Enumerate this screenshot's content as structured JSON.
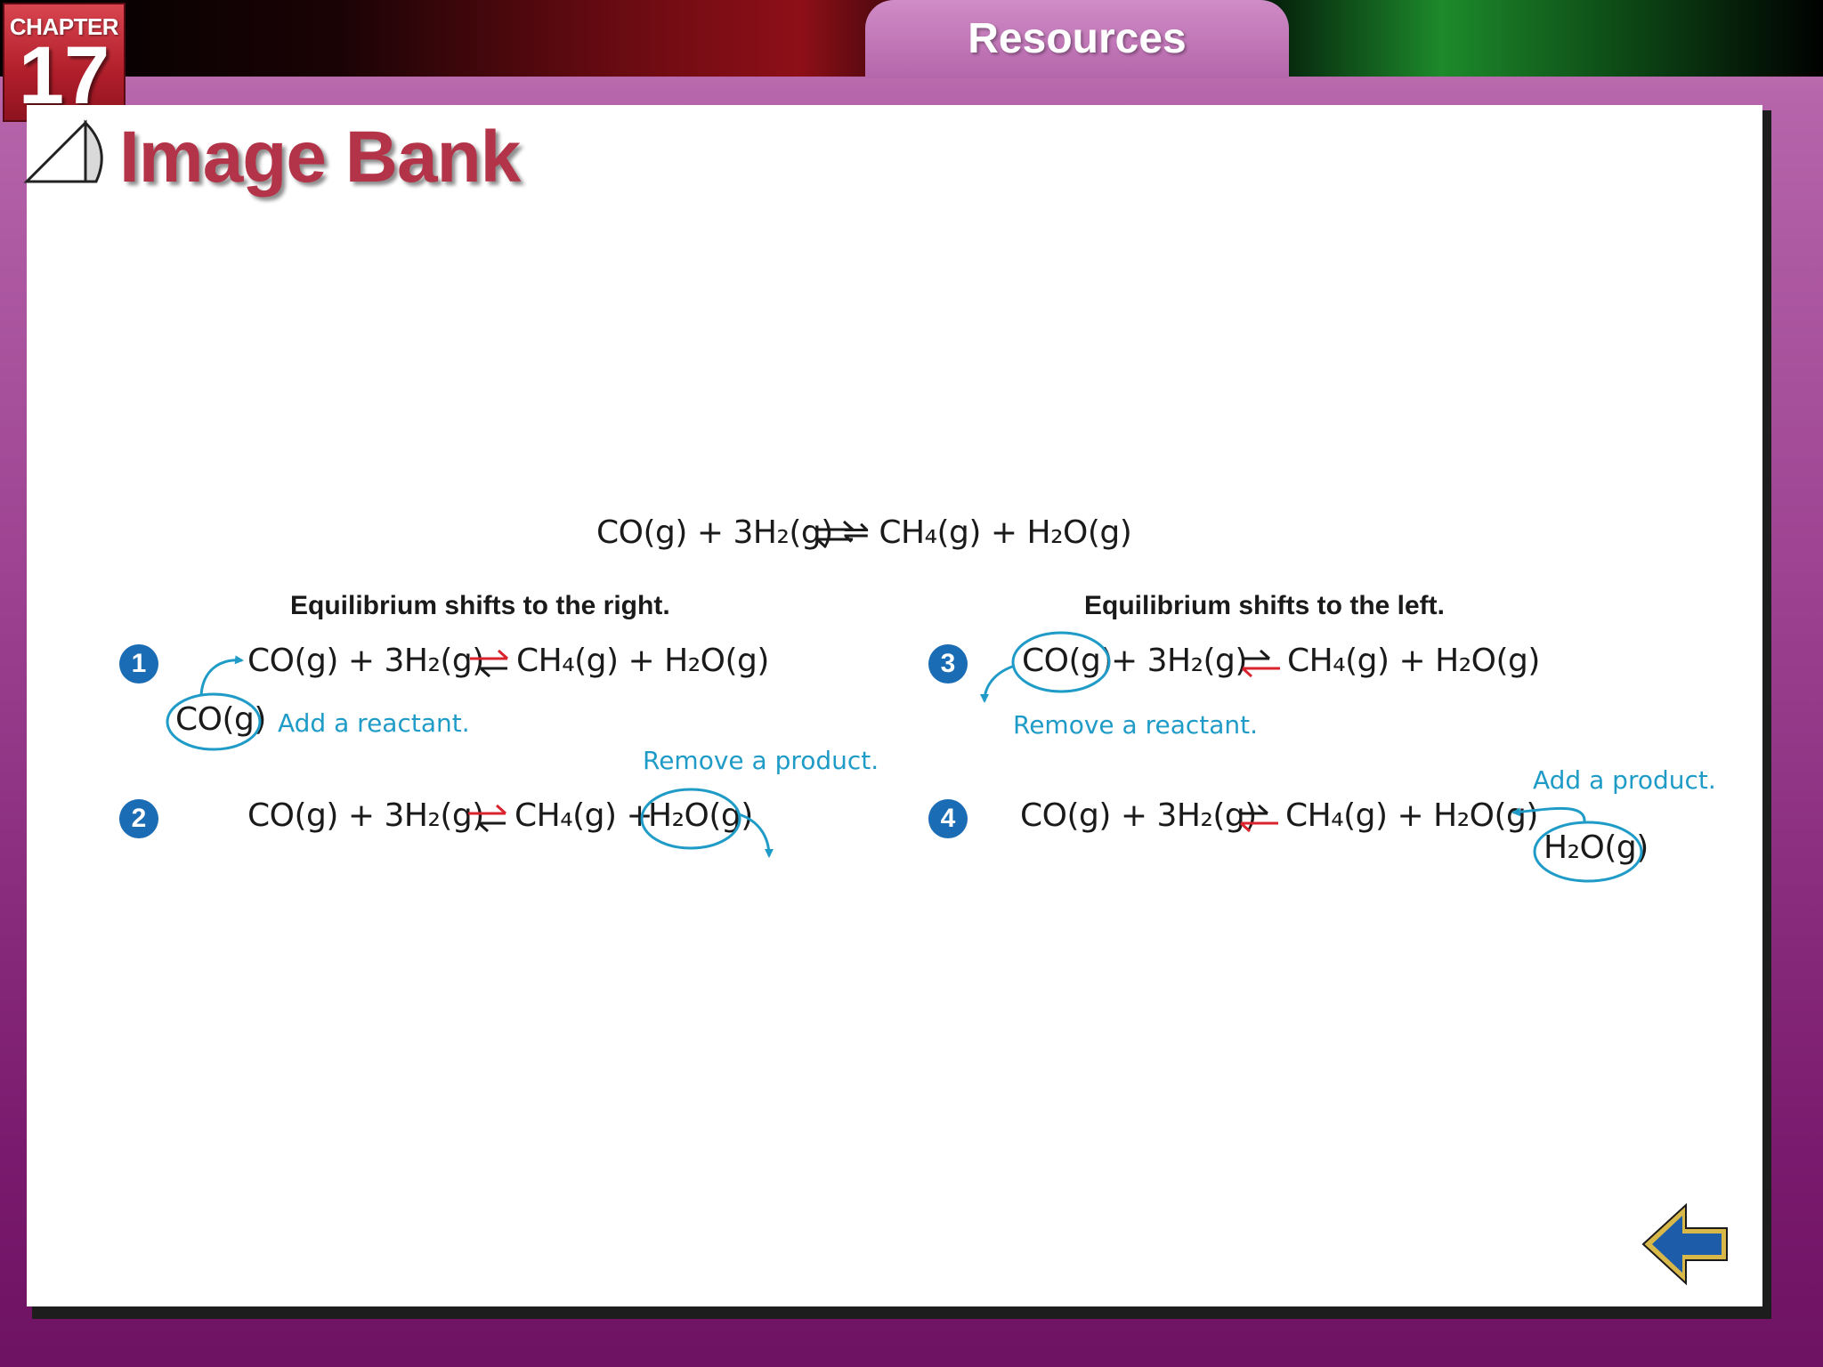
{
  "header": {
    "chapter_word": "CHAPTER",
    "chapter_number": "17",
    "tab_label": "Resources"
  },
  "page_title": "Image Bank",
  "main_equation": "CO(g) + 3H₂(g) ⇌ CH₄(g) + H₂O(g)",
  "headings": {
    "right": "Equilibrium shifts to the right.",
    "left": "Equilibrium shifts to the left."
  },
  "cases": [
    {
      "number": "1",
      "left_side": "CO(g) + 3H₂(g)",
      "right_side": "CH₄(g) + H₂O(g)",
      "circled_species": "CO(g)",
      "note": "Add a reactant."
    },
    {
      "number": "2",
      "left_side": "CO(g) + 3H₂(g)",
      "right_side_a": "CH₄(g) +",
      "circled_species": "H₂O(g)",
      "note": "Remove a product."
    },
    {
      "number": "3",
      "circled_species": "CO(g)",
      "left_side_rest": "+ 3H₂(g)",
      "right_side": "CH₄(g) + H₂O(g)",
      "note": "Remove a reactant."
    },
    {
      "number": "4",
      "left_side": "CO(g) + 3H₂(g)",
      "right_side": "CH₄(g) + H₂O(g)",
      "circled_species": "H₂O(g)",
      "note": "Add a product."
    }
  ],
  "colors": {
    "shift_arrow": "#d9232d",
    "annotation": "#1f9bc7",
    "badge": "#1a6cb5",
    "title": "#b33348"
  },
  "icons": {
    "back_button": "back-arrow-icon",
    "page_curl": "page-curl-icon"
  }
}
